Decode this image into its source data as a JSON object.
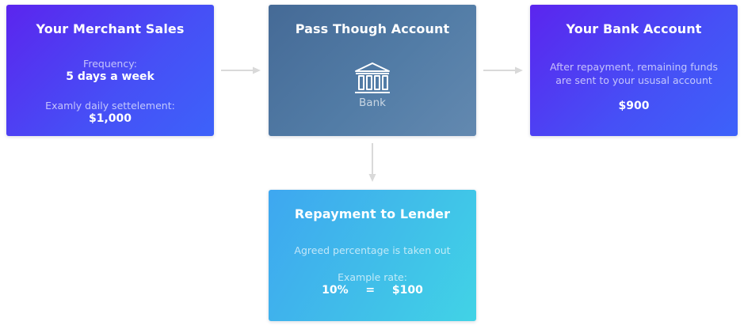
{
  "cards": {
    "merchant": {
      "title": "Your Merchant Sales",
      "frequency_label": "Frequency:",
      "frequency_value": "5 days a week",
      "settlement_label": "Examly daily settelement:",
      "settlement_value": "$1,000"
    },
    "pass_through": {
      "title": "Pass Though Account",
      "icon": "bank-icon",
      "icon_label": "Bank"
    },
    "bank": {
      "title": "Your Bank Account",
      "description_line1": "After repayment, remaining funds",
      "description_line2": "are sent to your ususal account",
      "amount": "$900"
    },
    "repayment": {
      "title": "Repayment to Lender",
      "description": "Agreed percentage is taken out",
      "rate_label": "Example rate:",
      "rate_percent": "10%",
      "rate_equals": "=",
      "rate_amount": "$100"
    }
  },
  "colors": {
    "merchant_gradient_start": "#5b25ee",
    "merchant_gradient_end": "#3d62fa",
    "pass_gradient_start": "#456a96",
    "pass_gradient_end": "#6389b0",
    "repay_gradient_start": "#3ea7f0",
    "repay_gradient_end": "#41d3e6",
    "connector": "#d9d9d9"
  }
}
